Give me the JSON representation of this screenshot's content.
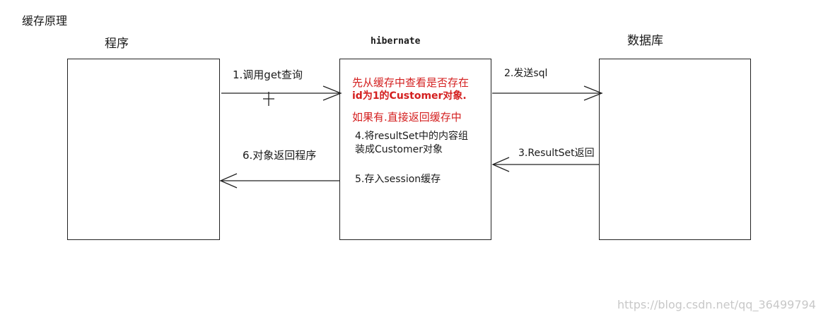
{
  "diagram": {
    "title": "缓存原理",
    "nodes": {
      "program": {
        "label": "程序"
      },
      "hibernate": {
        "label": "hibernate",
        "note_line1": "先从缓存中查看是否存在",
        "note_line2": "id为1的Customer对象.",
        "note_line3": "如果有.直接返回缓存中",
        "step4_line1": "4.将resultSet中的内容组",
        "step4_line2": "装成Customer对象",
        "step5": "5.存入session缓存"
      },
      "database": {
        "label": "数据库"
      }
    },
    "edges": {
      "step1": "1.调用get查询",
      "step2": "2.发送sql",
      "step3": "3.ResultSet返回",
      "step6": "6.对象返回程序"
    },
    "colors": {
      "line": "#222222",
      "highlight": "#d42020",
      "watermark": "#c8c8c8"
    }
  },
  "watermark": "https://blog.csdn.net/qq_36499794"
}
